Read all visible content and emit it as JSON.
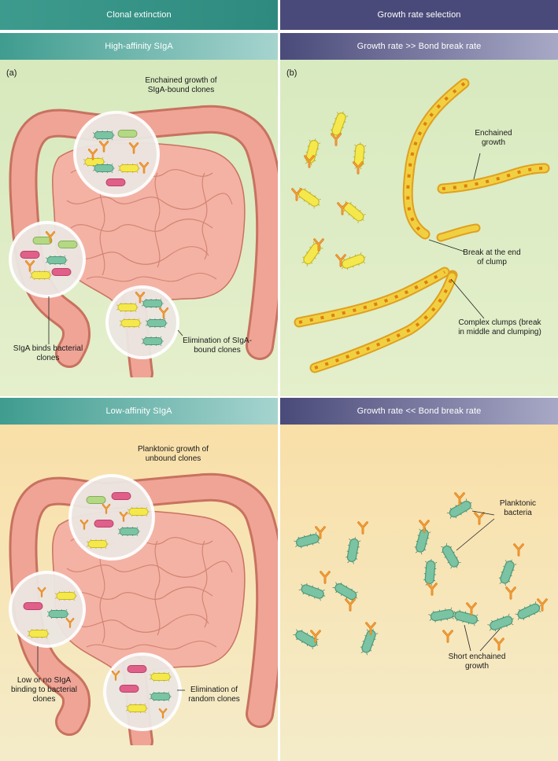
{
  "headers": {
    "left_top": "Clonal extinction",
    "right_top": "Growth rate selection",
    "left_mid": "High-affinity SIgA",
    "right_mid": "Growth rate >> Bond break rate",
    "left_bottom": "Low-affinity SIgA",
    "right_bottom": "Growth rate << Bond break rate"
  },
  "panel_labels": {
    "a": "(a)",
    "b": "(b)"
  },
  "annotations": {
    "a1": "Enchained growth of SIgA-bound clones",
    "a2": "SIgA binds bacterial clones",
    "a3": "Elimination of SIgA-bound clones",
    "b1": "Enchained growth",
    "b2": "Break at the end of clump",
    "b3": "Complex clumps (break in middle and clumping)",
    "c1": "Planktonic growth of unbound clones",
    "c2": "Low or no SIgA binding to bacterial clones",
    "c3": "Elimination of random clones",
    "d1": "Planktonic bacteria",
    "d2": "Short enchained growth"
  },
  "colors": {
    "teal_header": "#3d9b8e",
    "purple_header": "#4a4a78",
    "green_bg": "#dcebc4",
    "peach_bg": "#f7e2b2",
    "intestine": "#eea296",
    "bacteria_yellow": "#f5e84c",
    "bacteria_green": "#7ac3a3",
    "antibody": "#e88a1e"
  }
}
